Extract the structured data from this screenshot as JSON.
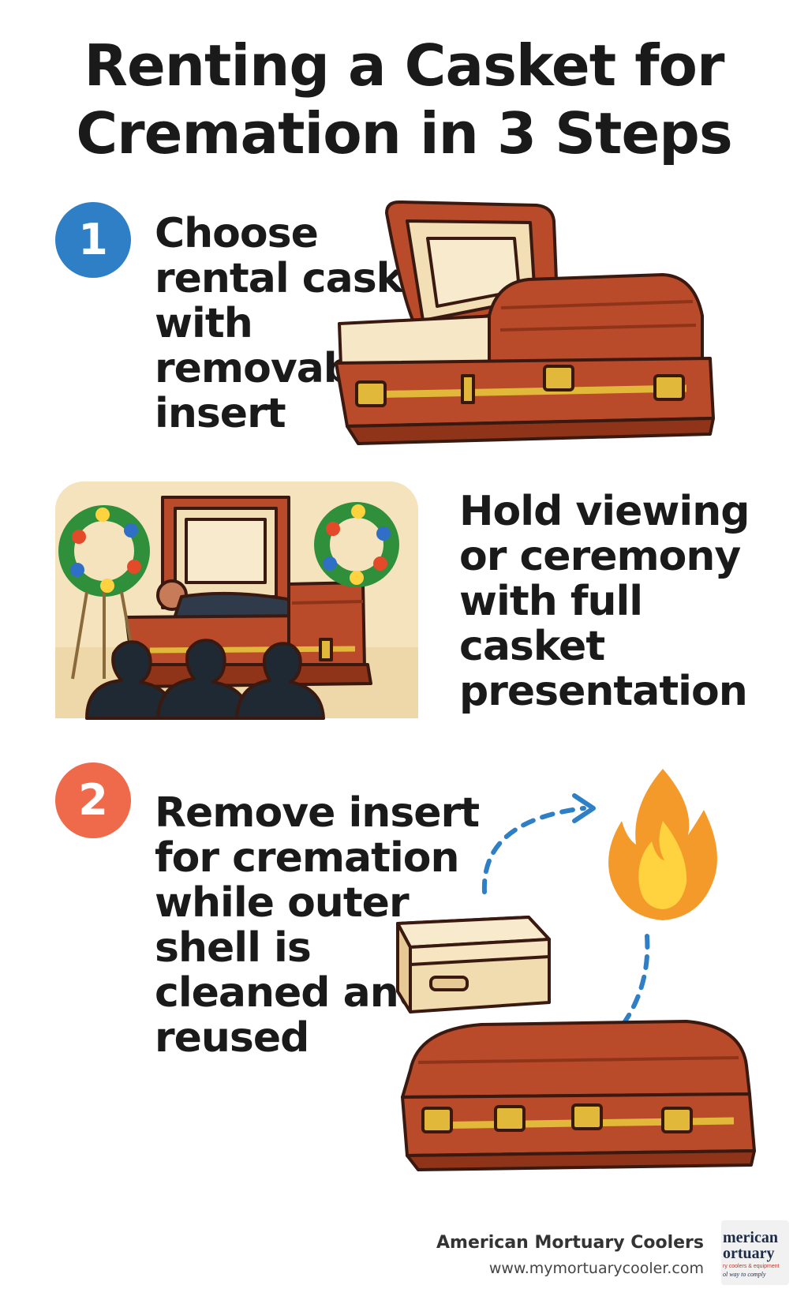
{
  "title": {
    "line1": "Renting a Casket for",
    "line2": "Cremation in 3 Steps"
  },
  "steps": [
    {
      "badge": "1",
      "badge_color": "#2f7fc6",
      "text": "Choose\nrental casket\nwith\nremovable\ninsert"
    },
    {
      "text": "Hold viewing\nor ceremony\nwith full\ncasket\npresentation"
    },
    {
      "badge": "2",
      "badge_color": "#ef6a4b",
      "text": "Remove insert\nfor cremation\nwhile outer\nshell is\ncleaned and\nreused"
    }
  ],
  "icons": {
    "open_casket": "open-casket-icon",
    "viewing_scene": "viewing-ceremony-icon",
    "insert_box": "cremation-insert-box-icon",
    "flame": "flame-icon",
    "closed_casket": "closed-casket-icon",
    "logo": "company-logo-icon"
  },
  "colors": {
    "casket_wood": "#b94a2a",
    "casket_dark": "#8f3419",
    "brass": "#e2b83a",
    "satin": "#f6e7c6",
    "flame_outer": "#f39a2b",
    "flame_inner": "#ffd23f",
    "arrow": "#2f7fc6"
  },
  "footer": {
    "company": "American Mortuary Coolers",
    "url": "www.mymortuarycooler.com"
  },
  "logo": {
    "line1": "merican",
    "line2": "ortuary",
    "line3": "ry coolers & equipment",
    "line4": "ol way to comply"
  }
}
